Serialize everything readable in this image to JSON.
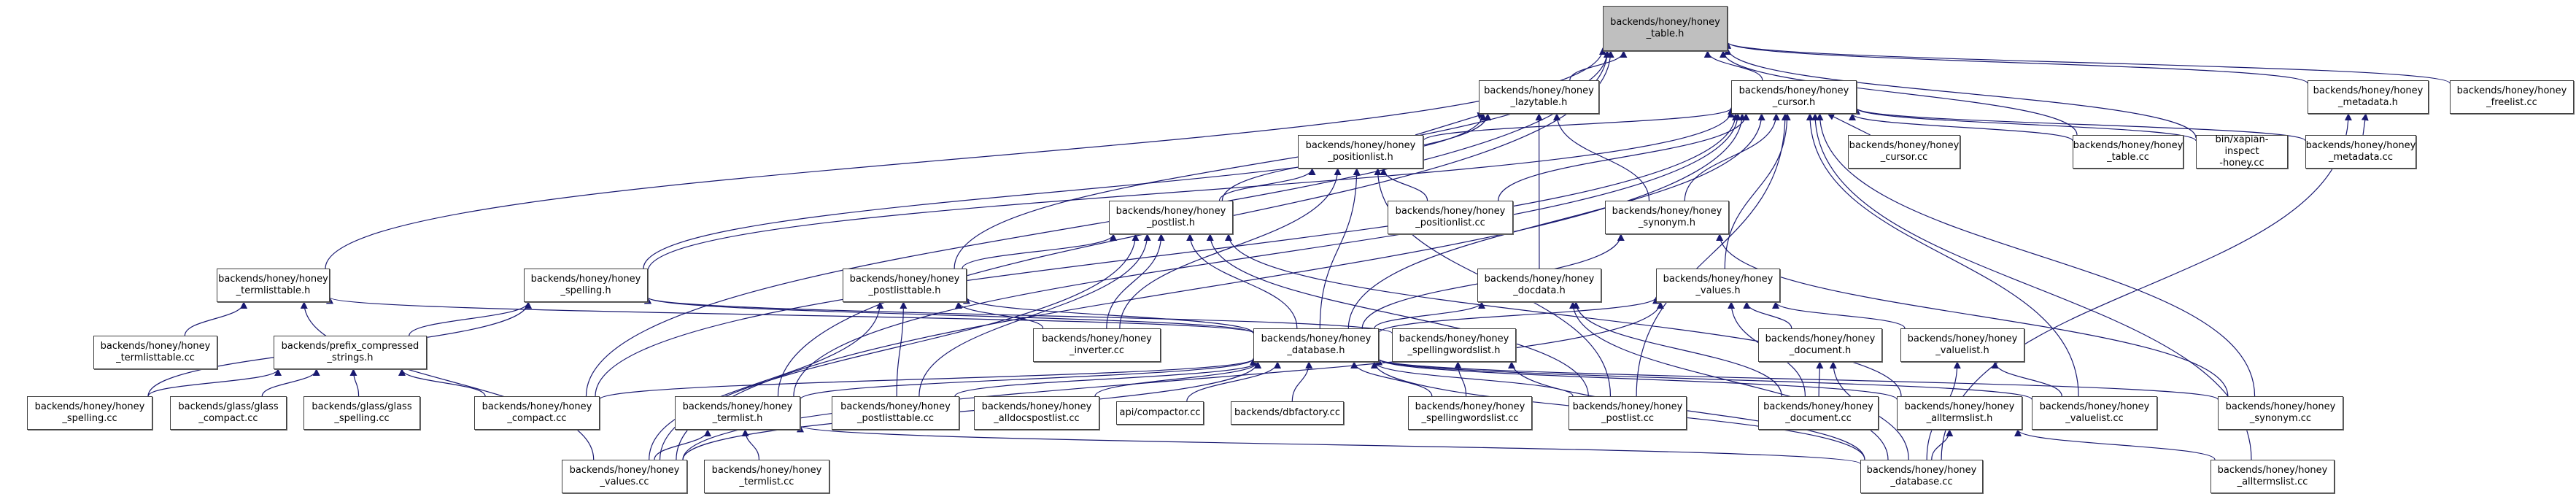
{
  "title": "Include dependency graph: backends/honey/honey_table.h",
  "colors": {
    "edge": "#191970",
    "root_fill": "#bfbfbf",
    "node_border": "#404040"
  },
  "nodes": [
    {
      "id": "table_h",
      "label": "backends/honey/honey\n_table.h",
      "root": true
    },
    {
      "id": "lazytable_h",
      "label": "backends/honey/honey\n_lazytable.h"
    },
    {
      "id": "cursor_h",
      "label": "backends/honey/honey\n_cursor.h"
    },
    {
      "id": "metadata_h",
      "label": "backends/honey/honey\n_metadata.h"
    },
    {
      "id": "freelist_cc",
      "label": "backends/honey/honey\n_freelist.cc"
    },
    {
      "id": "positionlist_h",
      "label": "backends/honey/honey\n_positionlist.h"
    },
    {
      "id": "cursor_cc",
      "label": "backends/honey/honey\n_cursor.cc"
    },
    {
      "id": "table_cc",
      "label": "backends/honey/honey\n_table.cc"
    },
    {
      "id": "xapian_inspect",
      "label": "bin/xapian-inspect\n-honey.cc"
    },
    {
      "id": "metadata_cc",
      "label": "backends/honey/honey\n_metadata.cc"
    },
    {
      "id": "postlist_h",
      "label": "backends/honey/honey\n_postlist.h"
    },
    {
      "id": "positionlist_cc",
      "label": "backends/honey/honey\n_positionlist.cc"
    },
    {
      "id": "synonym_h",
      "label": "backends/honey/honey\n_synonym.h"
    },
    {
      "id": "termlisttable_h",
      "label": "backends/honey/honey\n_termlisttable.h"
    },
    {
      "id": "spelling_h",
      "label": "backends/honey/honey\n_spelling.h"
    },
    {
      "id": "postlisttable_h",
      "label": "backends/honey/honey\n_postlisttable.h"
    },
    {
      "id": "docdata_h",
      "label": "backends/honey/honey\n_docdata.h"
    },
    {
      "id": "values_h",
      "label": "backends/honey/honey\n_values.h"
    },
    {
      "id": "termlisttable_cc",
      "label": "backends/honey/honey\n_termlisttable.cc"
    },
    {
      "id": "prefix_compressed",
      "label": "backends/prefix_compressed\n_strings.h"
    },
    {
      "id": "inverter_cc",
      "label": "backends/honey/honey\n_inverter.cc"
    },
    {
      "id": "database_h",
      "label": "backends/honey/honey\n_database.h"
    },
    {
      "id": "spellingwordslist_h",
      "label": "backends/honey/honey\n_spellingwordslist.h"
    },
    {
      "id": "document_h",
      "label": "backends/honey/honey\n_document.h"
    },
    {
      "id": "valuelist_h",
      "label": "backends/honey/honey\n_valuelist.h"
    },
    {
      "id": "spelling_cc",
      "label": "backends/honey/honey\n_spelling.cc"
    },
    {
      "id": "glass_compact_cc",
      "label": "backends/glass/glass\n_compact.cc"
    },
    {
      "id": "glass_spelling_cc",
      "label": "backends/glass/glass\n_spelling.cc"
    },
    {
      "id": "compact_cc",
      "label": "backends/honey/honey\n_compact.cc"
    },
    {
      "id": "termlist_h",
      "label": "backends/honey/honey\n_termlist.h"
    },
    {
      "id": "postlisttable_cc",
      "label": "backends/honey/honey\n_postlisttable.cc"
    },
    {
      "id": "alldocspostlist_cc",
      "label": "backends/honey/honey\n_alldocspostlist.cc"
    },
    {
      "id": "compactor_cc",
      "label": "api/compactor.cc"
    },
    {
      "id": "dbfactory_cc",
      "label": "backends/dbfactory.cc"
    },
    {
      "id": "spellingwordslist_cc",
      "label": "backends/honey/honey\n_spellingwordslist.cc"
    },
    {
      "id": "postlist_cc",
      "label": "backends/honey/honey\n_postlist.cc"
    },
    {
      "id": "document_cc",
      "label": "backends/honey/honey\n_document.cc"
    },
    {
      "id": "alltermslist_h",
      "label": "backends/honey/honey\n_alltermslist.h"
    },
    {
      "id": "valuelist_cc",
      "label": "backends/honey/honey\n_valuelist.cc"
    },
    {
      "id": "synonym_cc",
      "label": "backends/honey/honey\n_synonym.cc"
    },
    {
      "id": "values_cc",
      "label": "backends/honey/honey\n_values.cc"
    },
    {
      "id": "termlist_cc",
      "label": "backends/honey/honey\n_termlist.cc"
    },
    {
      "id": "database_cc",
      "label": "backends/honey/honey\n_database.cc"
    },
    {
      "id": "alltermslist_cc",
      "label": "backends/honey/honey\n_alltermslist.cc"
    }
  ],
  "edges": [
    [
      "lazytable_h",
      "table_h"
    ],
    [
      "cursor_h",
      "table_h"
    ],
    [
      "metadata_h",
      "table_h"
    ],
    [
      "freelist_cc",
      "table_h"
    ],
    [
      "termlisttable_h",
      "table_h"
    ],
    [
      "postlisttable_h",
      "table_h"
    ],
    [
      "compact_cc",
      "table_h"
    ],
    [
      "termlist_h",
      "table_h"
    ],
    [
      "table_cc",
      "table_h"
    ],
    [
      "xapian_inspect",
      "table_h"
    ],
    [
      "positionlist_h",
      "lazytable_h"
    ],
    [
      "postlist_h",
      "lazytable_h"
    ],
    [
      "docdata_h",
      "lazytable_h"
    ],
    [
      "synonym_h",
      "lazytable_h"
    ],
    [
      "spelling_h",
      "lazytable_h"
    ],
    [
      "cursor_cc",
      "cursor_h"
    ],
    [
      "table_cc",
      "cursor_h"
    ],
    [
      "xapian_inspect",
      "cursor_h"
    ],
    [
      "metadata_cc",
      "cursor_h"
    ],
    [
      "positionlist_h",
      "cursor_h"
    ],
    [
      "positionlist_cc",
      "cursor_h"
    ],
    [
      "synonym_h",
      "cursor_h"
    ],
    [
      "spelling_h",
      "cursor_h"
    ],
    [
      "values_h",
      "cursor_h"
    ],
    [
      "compact_cc",
      "cursor_h"
    ],
    [
      "postlist_cc",
      "cursor_h"
    ],
    [
      "valuelist_cc",
      "cursor_h"
    ],
    [
      "synonym_cc",
      "cursor_h"
    ],
    [
      "alltermslist_cc",
      "cursor_h"
    ],
    [
      "values_cc",
      "cursor_h"
    ],
    [
      "termlist_h",
      "cursor_h"
    ],
    [
      "database_h",
      "cursor_h"
    ],
    [
      "metadata_cc",
      "metadata_h"
    ],
    [
      "database_cc",
      "metadata_h"
    ],
    [
      "postlist_h",
      "positionlist_h"
    ],
    [
      "positionlist_cc",
      "positionlist_h"
    ],
    [
      "database_h",
      "positionlist_h"
    ],
    [
      "inverter_cc",
      "positionlist_h"
    ],
    [
      "postlist_cc",
      "positionlist_h"
    ],
    [
      "postlisttable_h",
      "postlist_h"
    ],
    [
      "inverter_cc",
      "postlist_h"
    ],
    [
      "postlisttable_cc",
      "postlist_h"
    ],
    [
      "postlist_cc",
      "postlist_h"
    ],
    [
      "values_cc",
      "postlist_h"
    ],
    [
      "alltermslist_h",
      "postlist_h"
    ],
    [
      "database_h",
      "postlist_h"
    ],
    [
      "database_h",
      "synonym_h"
    ],
    [
      "synonym_cc",
      "synonym_h"
    ],
    [
      "termlisttable_cc",
      "termlisttable_h"
    ],
    [
      "values_cc",
      "termlisttable_h"
    ],
    [
      "database_h",
      "termlisttable_h"
    ],
    [
      "prefix_compressed",
      "spelling_h"
    ],
    [
      "spelling_cc",
      "spelling_h"
    ],
    [
      "database_h",
      "spelling_h"
    ],
    [
      "spellingwordslist_h",
      "spelling_h"
    ],
    [
      "postlisttable_cc",
      "postlisttable_h"
    ],
    [
      "database_h",
      "postlisttable_h"
    ],
    [
      "inverter_cc",
      "postlisttable_h"
    ],
    [
      "values_cc",
      "postlisttable_h"
    ],
    [
      "database_h",
      "docdata_h"
    ],
    [
      "document_cc",
      "docdata_h"
    ],
    [
      "database_cc",
      "docdata_h"
    ],
    [
      "database_h",
      "values_h"
    ],
    [
      "document_h",
      "values_h"
    ],
    [
      "valuelist_h",
      "values_h"
    ],
    [
      "values_cc",
      "values_h"
    ],
    [
      "document_cc",
      "values_h"
    ],
    [
      "spelling_cc",
      "prefix_compressed"
    ],
    [
      "glass_compact_cc",
      "prefix_compressed"
    ],
    [
      "glass_spelling_cc",
      "prefix_compressed"
    ],
    [
      "compact_cc",
      "prefix_compressed"
    ],
    [
      "compact_cc",
      "database_h"
    ],
    [
      "termlist_h",
      "database_h"
    ],
    [
      "postlisttable_cc",
      "database_h"
    ],
    [
      "alldocspostlist_cc",
      "database_h"
    ],
    [
      "compactor_cc",
      "database_h"
    ],
    [
      "dbfactory_cc",
      "database_h"
    ],
    [
      "spellingwordslist_cc",
      "database_h"
    ],
    [
      "postlist_cc",
      "database_h"
    ],
    [
      "database_cc",
      "database_h"
    ],
    [
      "alltermslist_h",
      "database_h"
    ],
    [
      "valuelist_cc",
      "database_h"
    ],
    [
      "synonym_cc",
      "database_h"
    ],
    [
      "values_cc",
      "database_h"
    ],
    [
      "spellingwordslist_cc",
      "spellingwordslist_h"
    ],
    [
      "database_cc",
      "spellingwordslist_h"
    ],
    [
      "document_cc",
      "document_h"
    ],
    [
      "database_cc",
      "document_h"
    ],
    [
      "valuelist_cc",
      "valuelist_h"
    ],
    [
      "database_cc",
      "valuelist_h"
    ],
    [
      "values_cc",
      "termlist_h"
    ],
    [
      "termlist_cc",
      "termlist_h"
    ],
    [
      "database_cc",
      "termlist_h"
    ],
    [
      "database_cc",
      "alltermslist_h"
    ],
    [
      "alltermslist_cc",
      "alltermslist_h"
    ]
  ]
}
